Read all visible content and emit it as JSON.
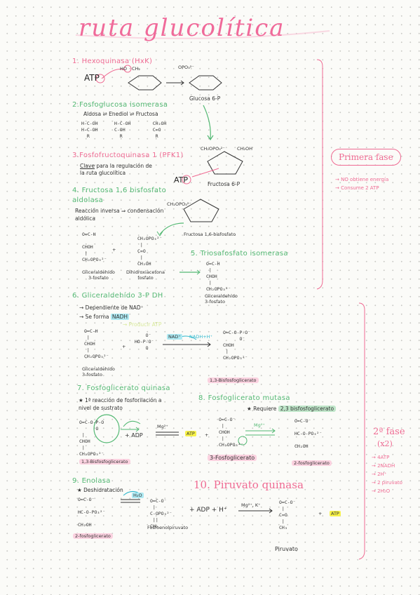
{
  "title": "ruta glucolítica",
  "steps": {
    "s1": "1. Hexoquinasa (HxK)",
    "s2": "2.Fosfoglucosa isomerasa",
    "s3": "3.Fosfofructoquinasa 1 (PFK1)",
    "s4a": "4. Fructosa 1,6 bisfosfato",
    "s4b": "aldolasa",
    "s5": "5. Triosafosfato isomerasa",
    "s6": "6. Gliceraldehído 3-P DH",
    "s7": "7. Fosfoglicerato quinasa",
    "s8": "8. Fosfoglicerato mutasa",
    "s9": "9. Enolasa",
    "s10": "10. Piruvato quinasa"
  },
  "notes": {
    "s2": "Aldosa ⇌ Enediol ⇌ Fructosa",
    "s3_clave": "Clave",
    "s3_rest": " para la regulación de",
    "s3_line2": "la ruta glucolítica",
    "s4_line1": "Reacción inversa ⇒ condensación",
    "s4_line2": "aldólica",
    "s6_line1": "→ Dependiente de NAD⁺",
    "s6_line2_pre": "→ Se forma ",
    "s6_nadh": "NADH",
    "s6_ghost": "→ Producir ATP",
    "s7_line1": "★ 1ª reacción de fosforilación a",
    "s7_line2": "nivel de sustrato",
    "s8_line1": "★ Requiere ",
    "s8_req": "2,3 bisfosfoglicerato",
    "s9_line1": "★ Deshidratación"
  },
  "labels": {
    "atp": "ATP",
    "p": "P",
    "ho": "HO",
    "ch2": "CH₂",
    "opo3_top": "OPO₃²⁻",
    "glucosa6p": "Glucosa 6-P",
    "fructosa6p": "Fructosa 6-P",
    "fructosa16bp": "Fructosa 1,6-bisfosfato",
    "ch2opo3": "CH₂OPO₃²⁻",
    "ch2oh": "CH₂OH",
    "gliceraldehido3p": "Gliceraldehído\n3-fosfato",
    "dhap": "Dihidroxiacetona\nfosfato",
    "gliceraldehido3p_b": "Gliceraldehído\n3-fosfato",
    "gliceraldehido3p_c": "Gliceraldehído\n3-fosfato",
    "nad": "NAD⁺",
    "nadh": "NADH+H⁺",
    "bpg13": "1,3-Bisfosfoglicerato",
    "bpg13_b": "1,3-Bisfosfoglicerato",
    "adp": "+ ADP",
    "mg": "Mg²⁺",
    "pg3": "3-Fosfoglicerato",
    "pg2": "2-fosfoglicerato",
    "pg2_b": "2-fosfoglicerato",
    "pep": "Fosfoenolpiruvato",
    "h2o": "H₂O",
    "adph": "+ ADP + H⁺",
    "mgk": "Mg²⁺, K⁺",
    "piruvato": "Piruvato",
    "plus": "+"
  },
  "phase1": {
    "title": "Primera fase",
    "items": [
      "→ NO obtiene energía",
      "→ Consume 2 ATP"
    ]
  },
  "phase2": {
    "title": "2ª fase",
    "mult": "(x2)",
    "items": [
      "→ 4ATP",
      "→ 2NADH",
      "→ 2H⁺",
      "→ 2 piruvato",
      "→ 2H₂O"
    ]
  },
  "colors": {
    "pink": "#ef6b93",
    "green": "#53b873",
    "yellow": "#f7f24a",
    "cyan": "#aee9f2"
  }
}
